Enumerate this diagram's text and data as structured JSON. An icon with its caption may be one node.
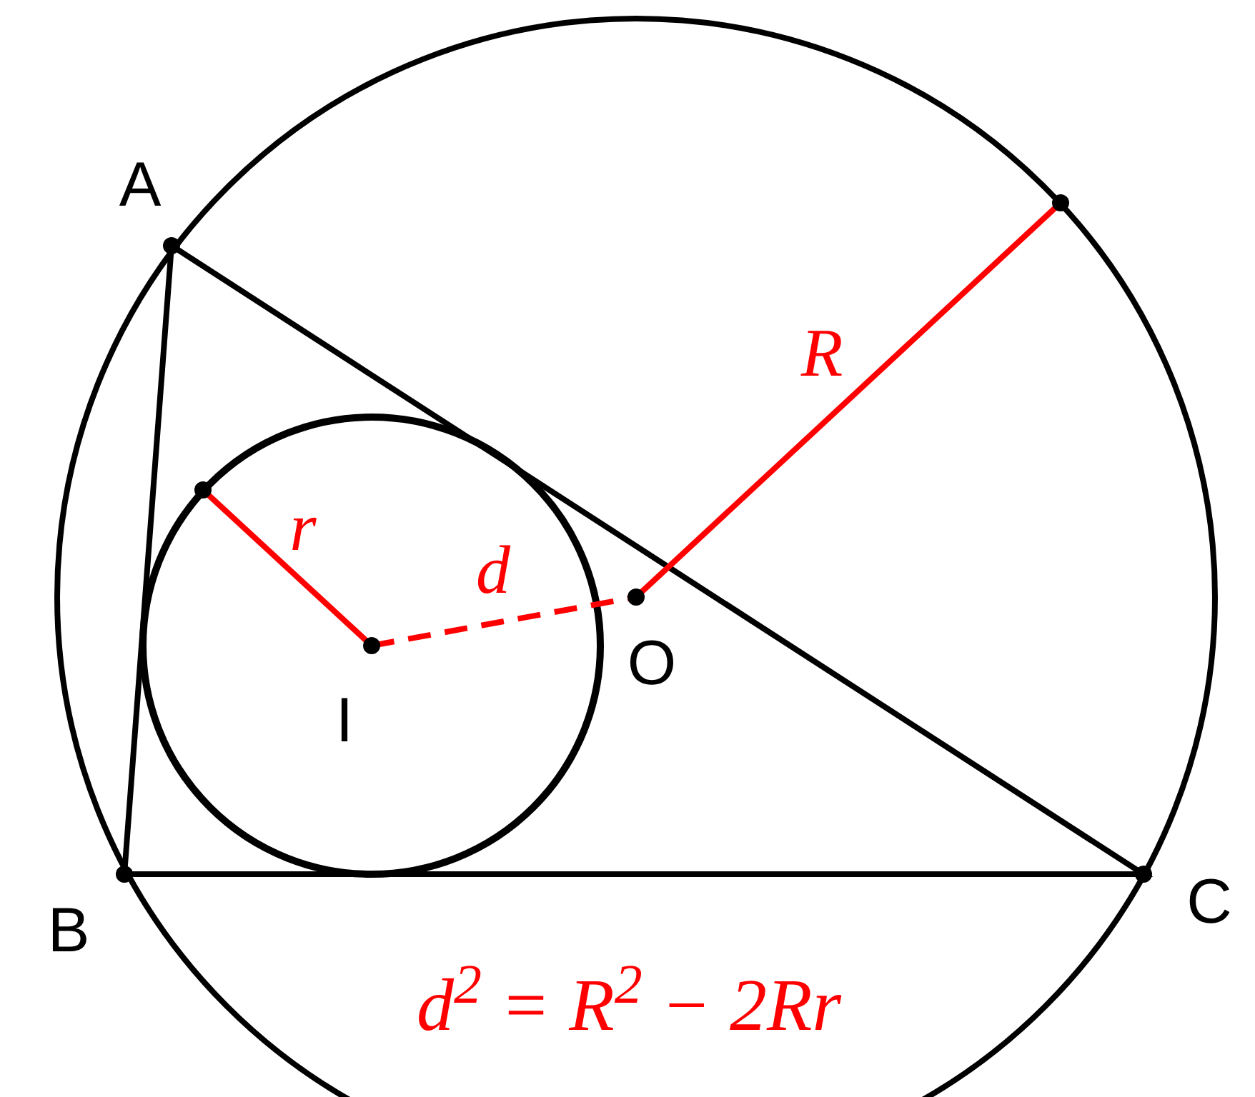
{
  "diagram": {
    "labels": [
      "A",
      "R",
      "r",
      "d",
      "O",
      "I",
      "B",
      "C",
      "d$^{2}$ = R$^{2}$ − 2Rr"
    ]
  }
}
